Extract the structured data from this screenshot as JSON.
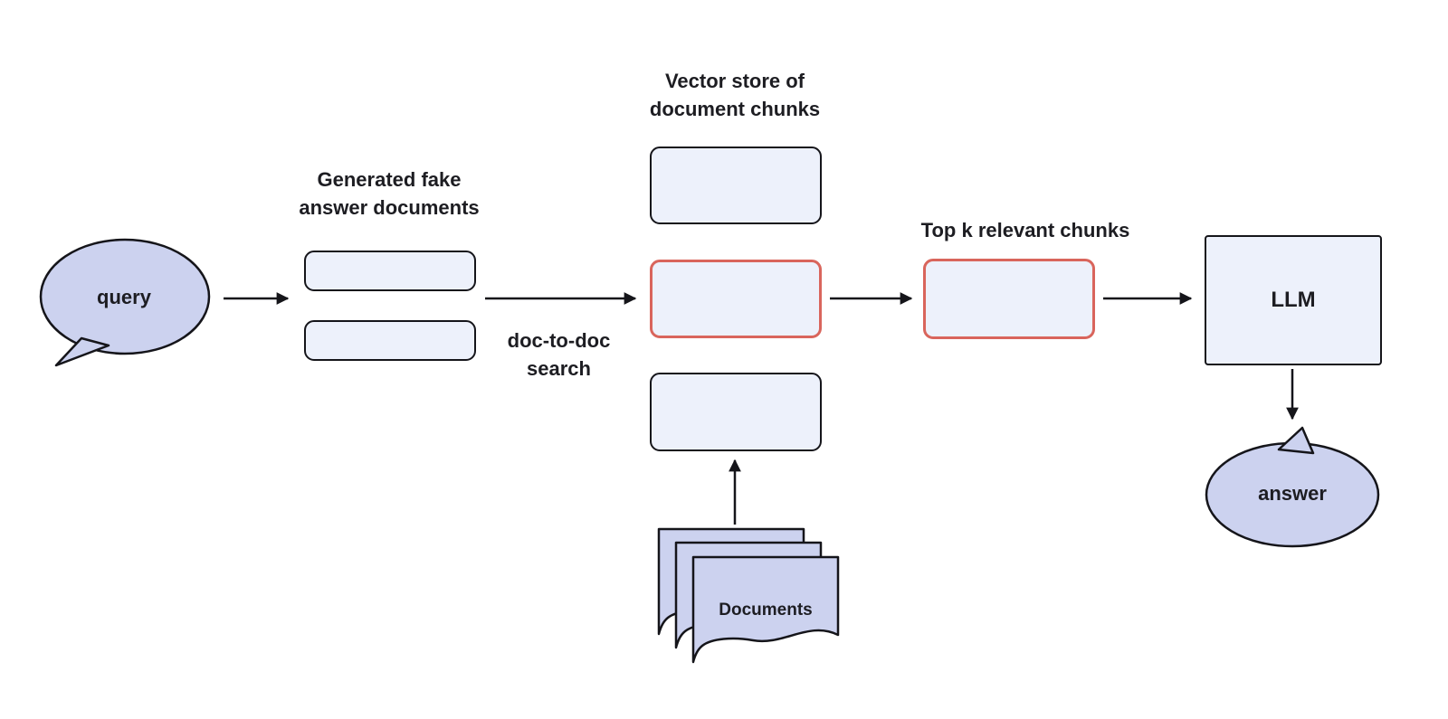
{
  "diagram": {
    "query": {
      "label": "query"
    },
    "generated_fake_docs": {
      "title_line1": "Generated fake",
      "title_line2": "answer documents"
    },
    "doc_to_doc_search": {
      "label_line1": "doc-to-doc",
      "label_line2": "search"
    },
    "vector_store": {
      "title_line1": "Vector store of",
      "title_line2": "document chunks"
    },
    "top_k": {
      "label": "Top k relevant chunks"
    },
    "llm": {
      "label": "LLM"
    },
    "answer": {
      "label": "answer"
    },
    "documents": {
      "label": "Documents"
    },
    "colors": {
      "bubble_fill": "#ccd2ef",
      "box_fill": "#edf1fb",
      "stroke": "#15151a",
      "highlight": "#d9655c",
      "text": "#1d1d22"
    }
  }
}
